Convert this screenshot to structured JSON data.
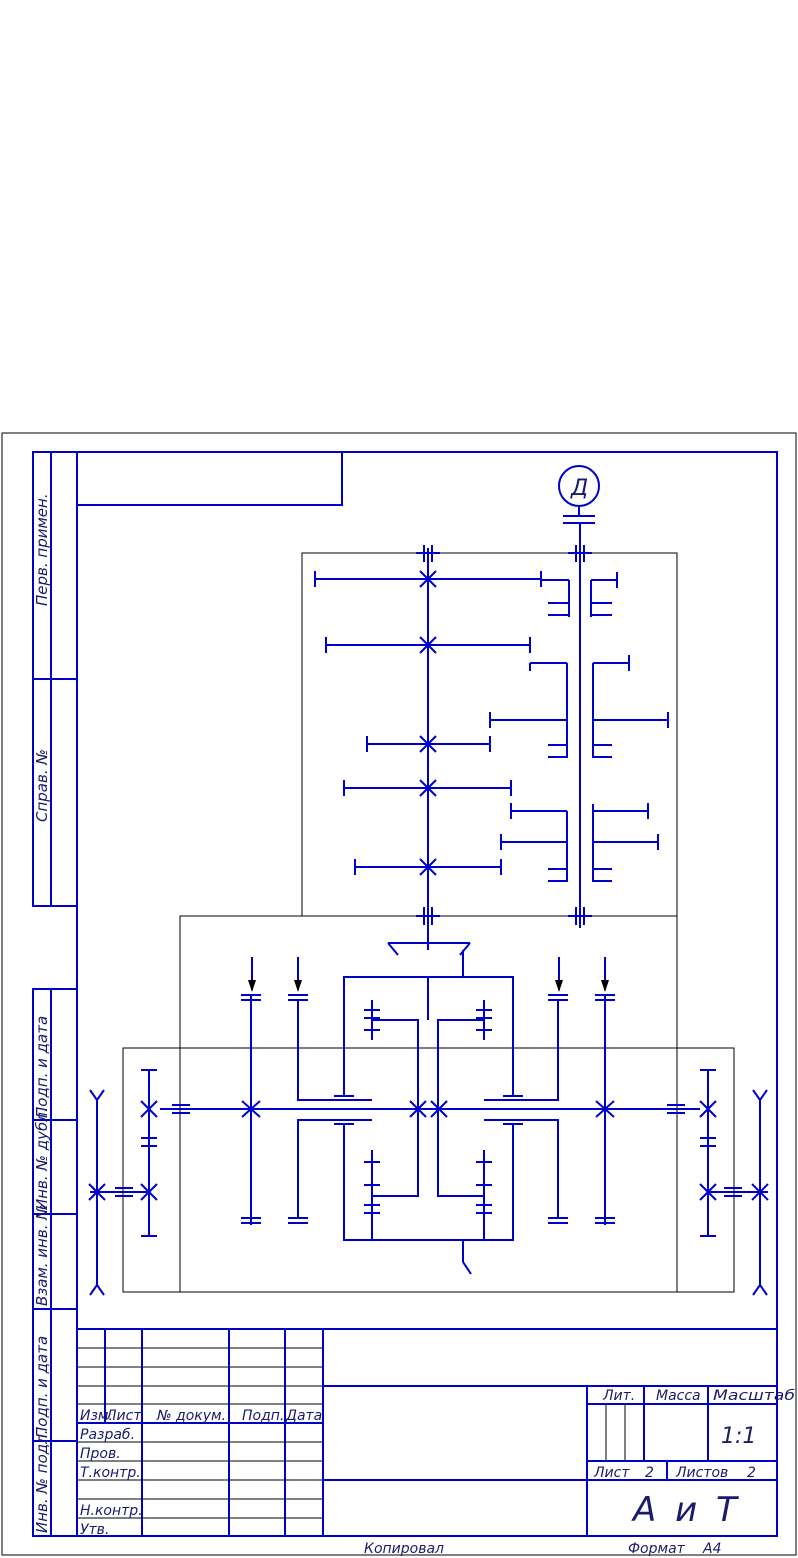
{
  "side_labels": {
    "perv_primen": "Перв. примен.",
    "sprav_no": "Справ. №",
    "podp_data_1": "Подп. и дата",
    "inv_dubl": "Инв. № дубл.",
    "vzam_inv": "Взам. инв. №",
    "podp_data_2": "Подп. и дата",
    "inv_podl": "Инв. № подл."
  },
  "scheme": {
    "motor_label": "Д"
  },
  "title_block": {
    "col_izm": "Изм.",
    "col_list": "Лист",
    "col_dokum": "№ докум.",
    "col_podp": "Подп.",
    "col_data": "Дата",
    "row_razrab": "Разраб.",
    "row_prov": "Пров.",
    "row_tkontr": "Т.контр.",
    "row_nkontr": "Н.контр.",
    "row_utv": "Утв.",
    "lit_label": "Лит.",
    "massa_label": "Масса",
    "masshtab_label": "Масштаб",
    "scale_value": "1:1",
    "sheet_label": "Лист",
    "sheet_value": "2",
    "sheets_label": "Листов",
    "sheets_value": "2",
    "organization": "А и Т"
  },
  "footer": {
    "kopiroval": "Копировал",
    "format_label": "Формат",
    "format_value": "A4"
  },
  "colors": {
    "frame": "#0000cc",
    "thin_line": "#000000",
    "text": "#1a1a6e"
  }
}
